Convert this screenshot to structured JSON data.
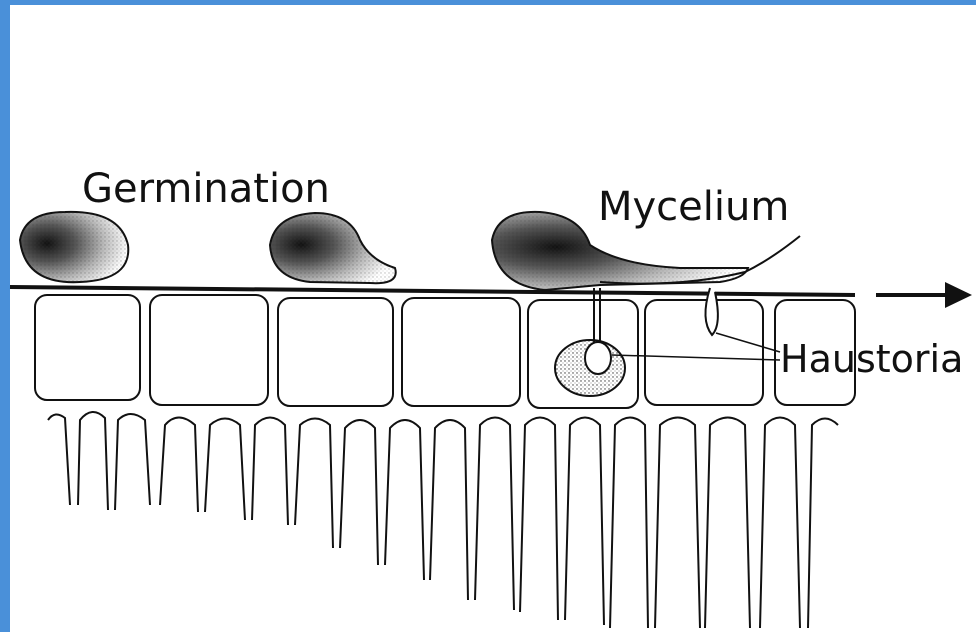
{
  "colors": {
    "border": "#4a90d9",
    "ink": "#111111",
    "background": "#ffffff"
  },
  "labels": {
    "germination": "Germination",
    "mycelium": "Mycelium",
    "haustoria": "Haustoria"
  }
}
